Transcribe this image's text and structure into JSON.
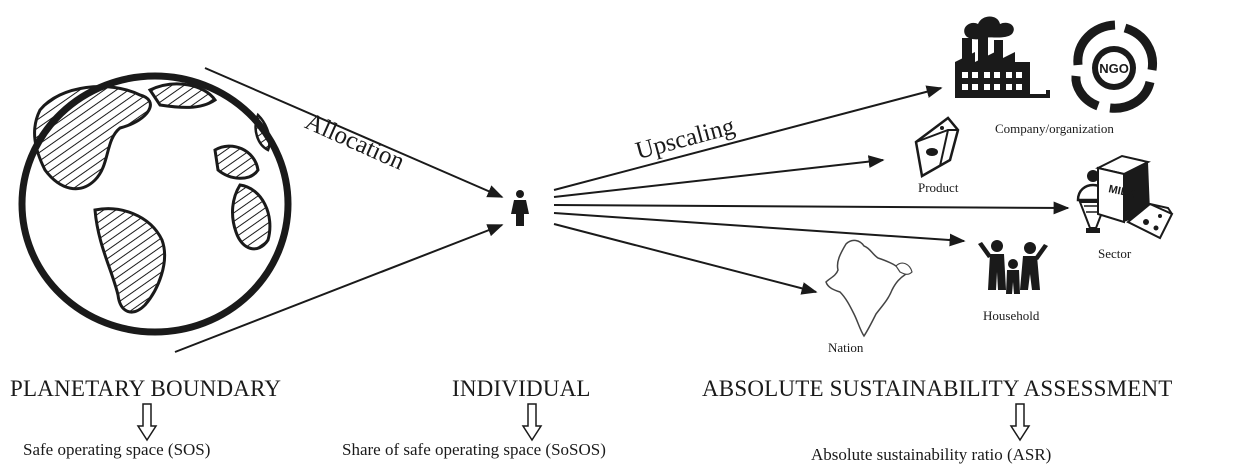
{
  "flows": {
    "allocation_label": "Allocation",
    "upscaling_label": "Upscaling"
  },
  "targets": {
    "company": "Company/organization",
    "ngo_badge": "NGO",
    "product": "Product",
    "sector": "Sector",
    "milk_label": "MILK",
    "household": "Household",
    "nation": "Nation"
  },
  "columns": {
    "planetary": {
      "heading": "PLANETARY BOUNDARY",
      "result": "Safe operating space (SOS)"
    },
    "individual": {
      "heading": "INDIVIDUAL",
      "result": "Share of safe operating space (SoSOS)"
    },
    "assessment": {
      "heading": "ABSOLUTE SUSTAINABILITY ASSESSMENT",
      "result": "Absolute sustainability ratio (ASR)"
    }
  },
  "icons": [
    "globe-icon",
    "person-icon",
    "factory-icon",
    "ngo-icon",
    "cheese-icon",
    "milk-carton-icon",
    "ice-cream-icon",
    "family-icon",
    "india-map-icon",
    "hollow-down-arrow-icon"
  ],
  "colors": {
    "ink": "#1a1a1a",
    "background": "#ffffff"
  }
}
